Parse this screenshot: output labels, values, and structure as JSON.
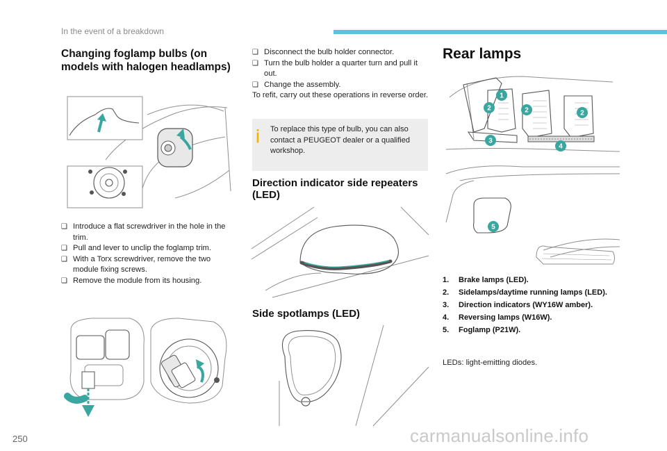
{
  "header": {
    "section_title": "In the event of a breakdown"
  },
  "page_number": "250",
  "left_column": {
    "heading": "Changing foglamp bulbs (on models with halogen headlamps)",
    "heading_line1": "Changing foglamp bulbs (on",
    "heading_line2": "models with halogen headlamps)",
    "steps": [
      "Introduce a flat screwdriver in the hole in the trim.",
      "Pull and lever to unclip the foglamp trim.",
      "With a Torx screwdriver, remove the two module fixing screws.",
      "Remove the module from its housing."
    ]
  },
  "middle_column": {
    "steps": [
      "Disconnect the bulb holder connector.",
      "Turn the bulb holder a quarter turn and pull it out.",
      "Change the assembly."
    ],
    "refit_note": "To refit, carry out these operations in reverse order.",
    "info_box": "To replace this type of bulb, you can also contact a PEUGEOT dealer or a qualified workshop.",
    "heading_repeaters_line1": "Direction indicator side repeaters",
    "heading_repeaters_line2": "(LED)",
    "heading_spotlamps": "Side spotlamps (LED)"
  },
  "right_column": {
    "heading": "Rear lamps",
    "legend": [
      {
        "num": "1.",
        "label": "Brake lamps (LED)."
      },
      {
        "num": "2.",
        "label": "Sidelamps/daytime running lamps (LED)."
      },
      {
        "num": "3.",
        "label": "Direction indicators (WY16W amber)."
      },
      {
        "num": "4.",
        "label": "Reversing lamps (W16W)."
      },
      {
        "num": "5.",
        "label": "Foglamp (P21W)."
      }
    ],
    "footnote": "LEDs: light-emitting diodes.",
    "badges": [
      "1",
      "2",
      "2",
      "2",
      "3",
      "4",
      "5"
    ]
  },
  "bullet_marker": "❑",
  "colors": {
    "accent": "#5ec2dc",
    "teal": "#3aa6a0",
    "info_icon": "#f2b200",
    "info_bg": "#ededed"
  },
  "watermark": "carmanualsonline.info"
}
